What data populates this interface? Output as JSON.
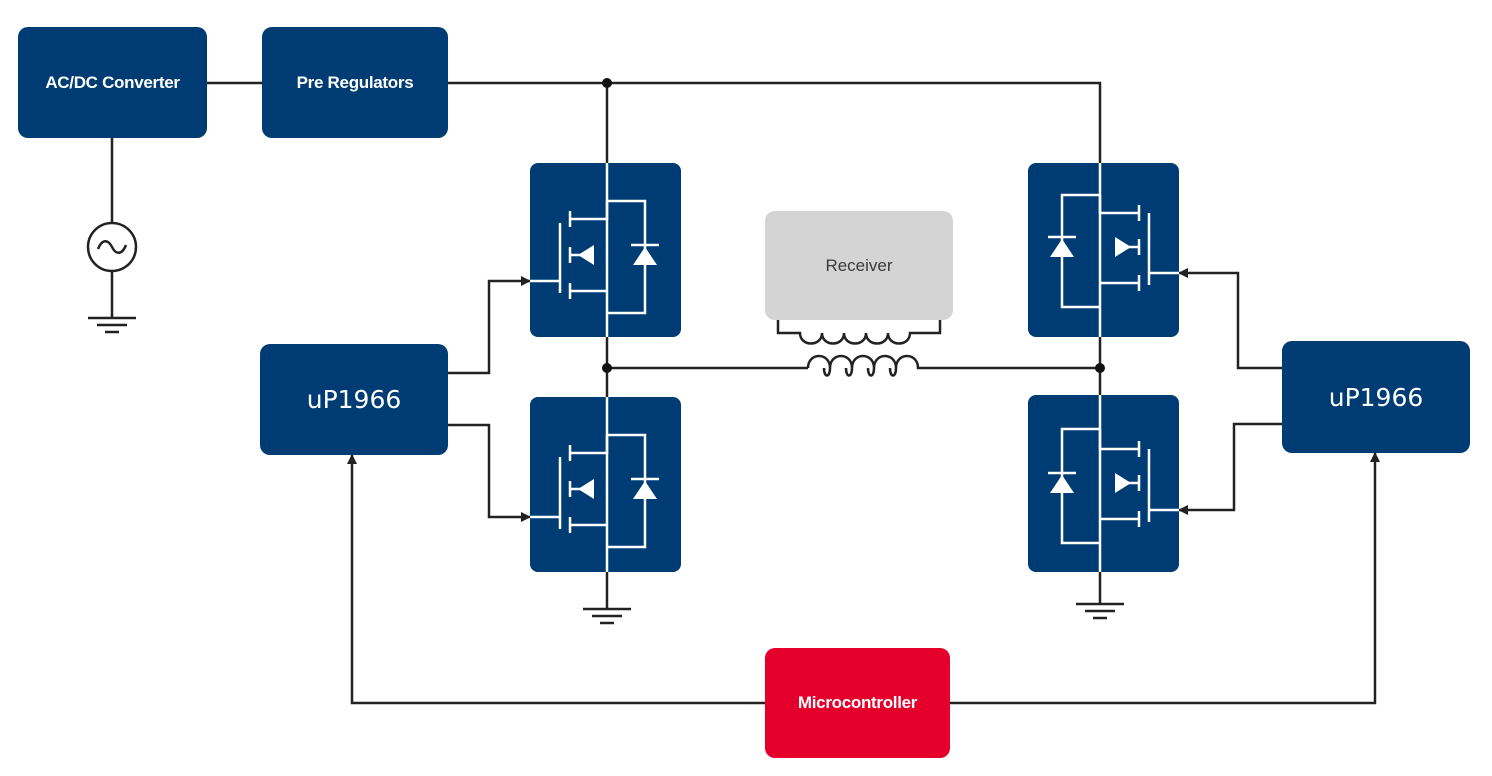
{
  "blocks": {
    "acdc": "AC/DC Converter",
    "pre_reg": "Pre Regulators",
    "receiver": "Receiver",
    "driver_left": "uP1966",
    "driver_right": "uP1966",
    "mcu": "Microcontroller"
  },
  "colors": {
    "block_blue": "#003c74",
    "mcu_red": "#e4002b",
    "receiver_grey": "#d4d4d4",
    "wire": "#222222"
  },
  "icons": [
    "ac-source-icon",
    "ground-icon",
    "mosfet-icon",
    "inductor-coil-icon",
    "arrow-head-icon",
    "junction-dot-icon"
  ]
}
